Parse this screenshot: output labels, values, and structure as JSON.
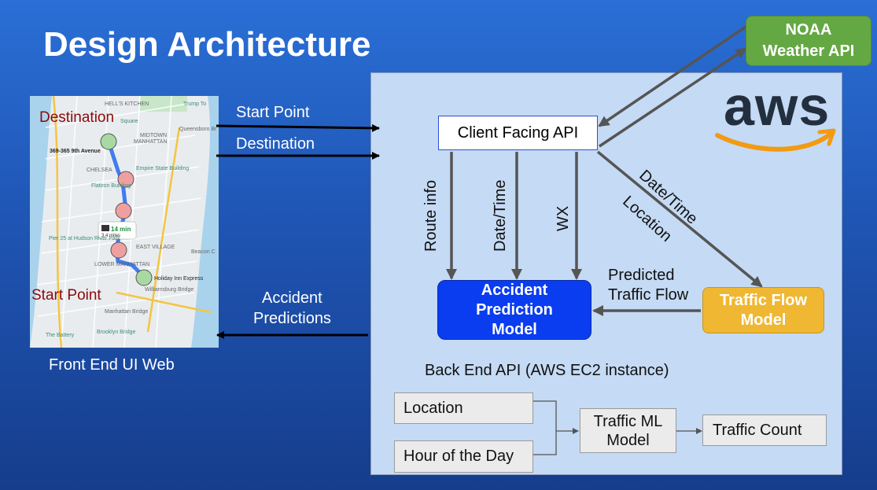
{
  "title": "Design Architecture",
  "frontend": {
    "label": "Front End UI Web",
    "map_destination": "Destination",
    "map_start": "Start Point",
    "map_time": "14 min",
    "map_distance": "3.4 miles",
    "map_labels": [
      "HELL'S KITCHEN",
      "Trump To",
      "Square",
      "Queensboro Br",
      "369-365 9th Avenue",
      "MIDTOWN",
      "MANHATTAN",
      "CHELSEA",
      "Empire State Building",
      "Flatiron Building",
      "EAST VILLAGE",
      "Pier 25 at Hudson River Park",
      "LOWER MANHATTAN",
      "Holiday Inn Express",
      "Williamsburg Bridge",
      "Manhattan Bridge",
      "The Battery",
      "Brooklyn Bridge",
      "Beacon C"
    ]
  },
  "arrows": {
    "start_point": "Start Point",
    "destination": "Destination",
    "accident_predictions_1": "Accident",
    "accident_predictions_2": "Predictions"
  },
  "backend": {
    "label": "Back End API (AWS EC2 instance)",
    "aws_logo": "aws",
    "client_api": "Client Facing API",
    "edge_route": "Route info",
    "edge_datetime": "Date/Time",
    "edge_wx": "WX",
    "edge_diag_1": "Date/Time",
    "edge_diag_2": "Location",
    "predicted_1": "Predicted",
    "predicted_2": "Traffic Flow",
    "accident_model": [
      "Accident",
      "Prediction",
      "Model"
    ],
    "traffic_flow_model": [
      "Traffic Flow",
      "Model"
    ],
    "ml": {
      "location": "Location",
      "hour": "Hour of the Day",
      "model": [
        "Traffic ML",
        "Model"
      ],
      "output": "Traffic Count"
    }
  },
  "noaa": [
    "NOAA",
    "Weather API"
  ],
  "colors": {
    "background": "#1f55b4",
    "accident_model": "#0a3df0",
    "traffic_flow_model": "#f0b732",
    "noaa": "#64a844",
    "backend_panel": "#c5daf4",
    "aws_orange": "#f29a12",
    "arrow_gray": "#555555"
  }
}
